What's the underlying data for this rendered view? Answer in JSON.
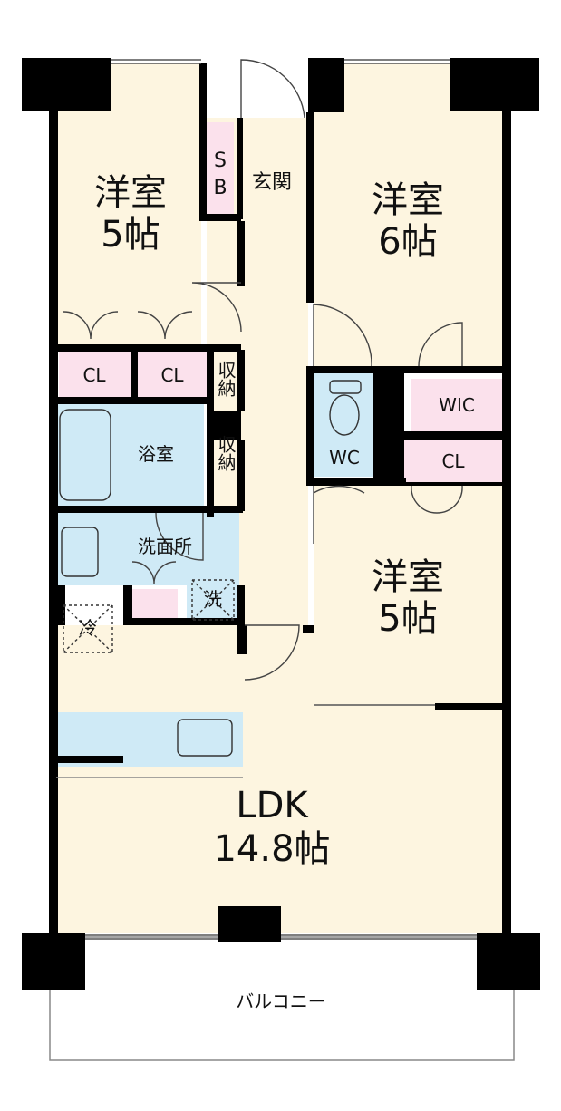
{
  "rooms": {
    "western_nw": {
      "name": "洋室",
      "size": "5帖"
    },
    "western_ne": {
      "name": "洋室",
      "size": "6帖"
    },
    "western_e": {
      "name": "洋室",
      "size": "5帖"
    },
    "ldk": {
      "name": "LDK",
      "size": "14.8帖"
    }
  },
  "labels": {
    "shoe_box_s": "S",
    "shoe_box_b": "B",
    "entrance": "玄関",
    "closet": "CL",
    "storage": "収納",
    "bathroom": "浴室",
    "wc": "WC",
    "wic": "WIC",
    "washroom": "洗面所",
    "washer": "洗",
    "fridge": "冷",
    "balcony": "バルコニー"
  },
  "colors": {
    "room_fill": "#fdf5e0",
    "closet_fill": "#fbe1ec",
    "wet_fill": "#cfeaf6",
    "wall": "#000000"
  }
}
